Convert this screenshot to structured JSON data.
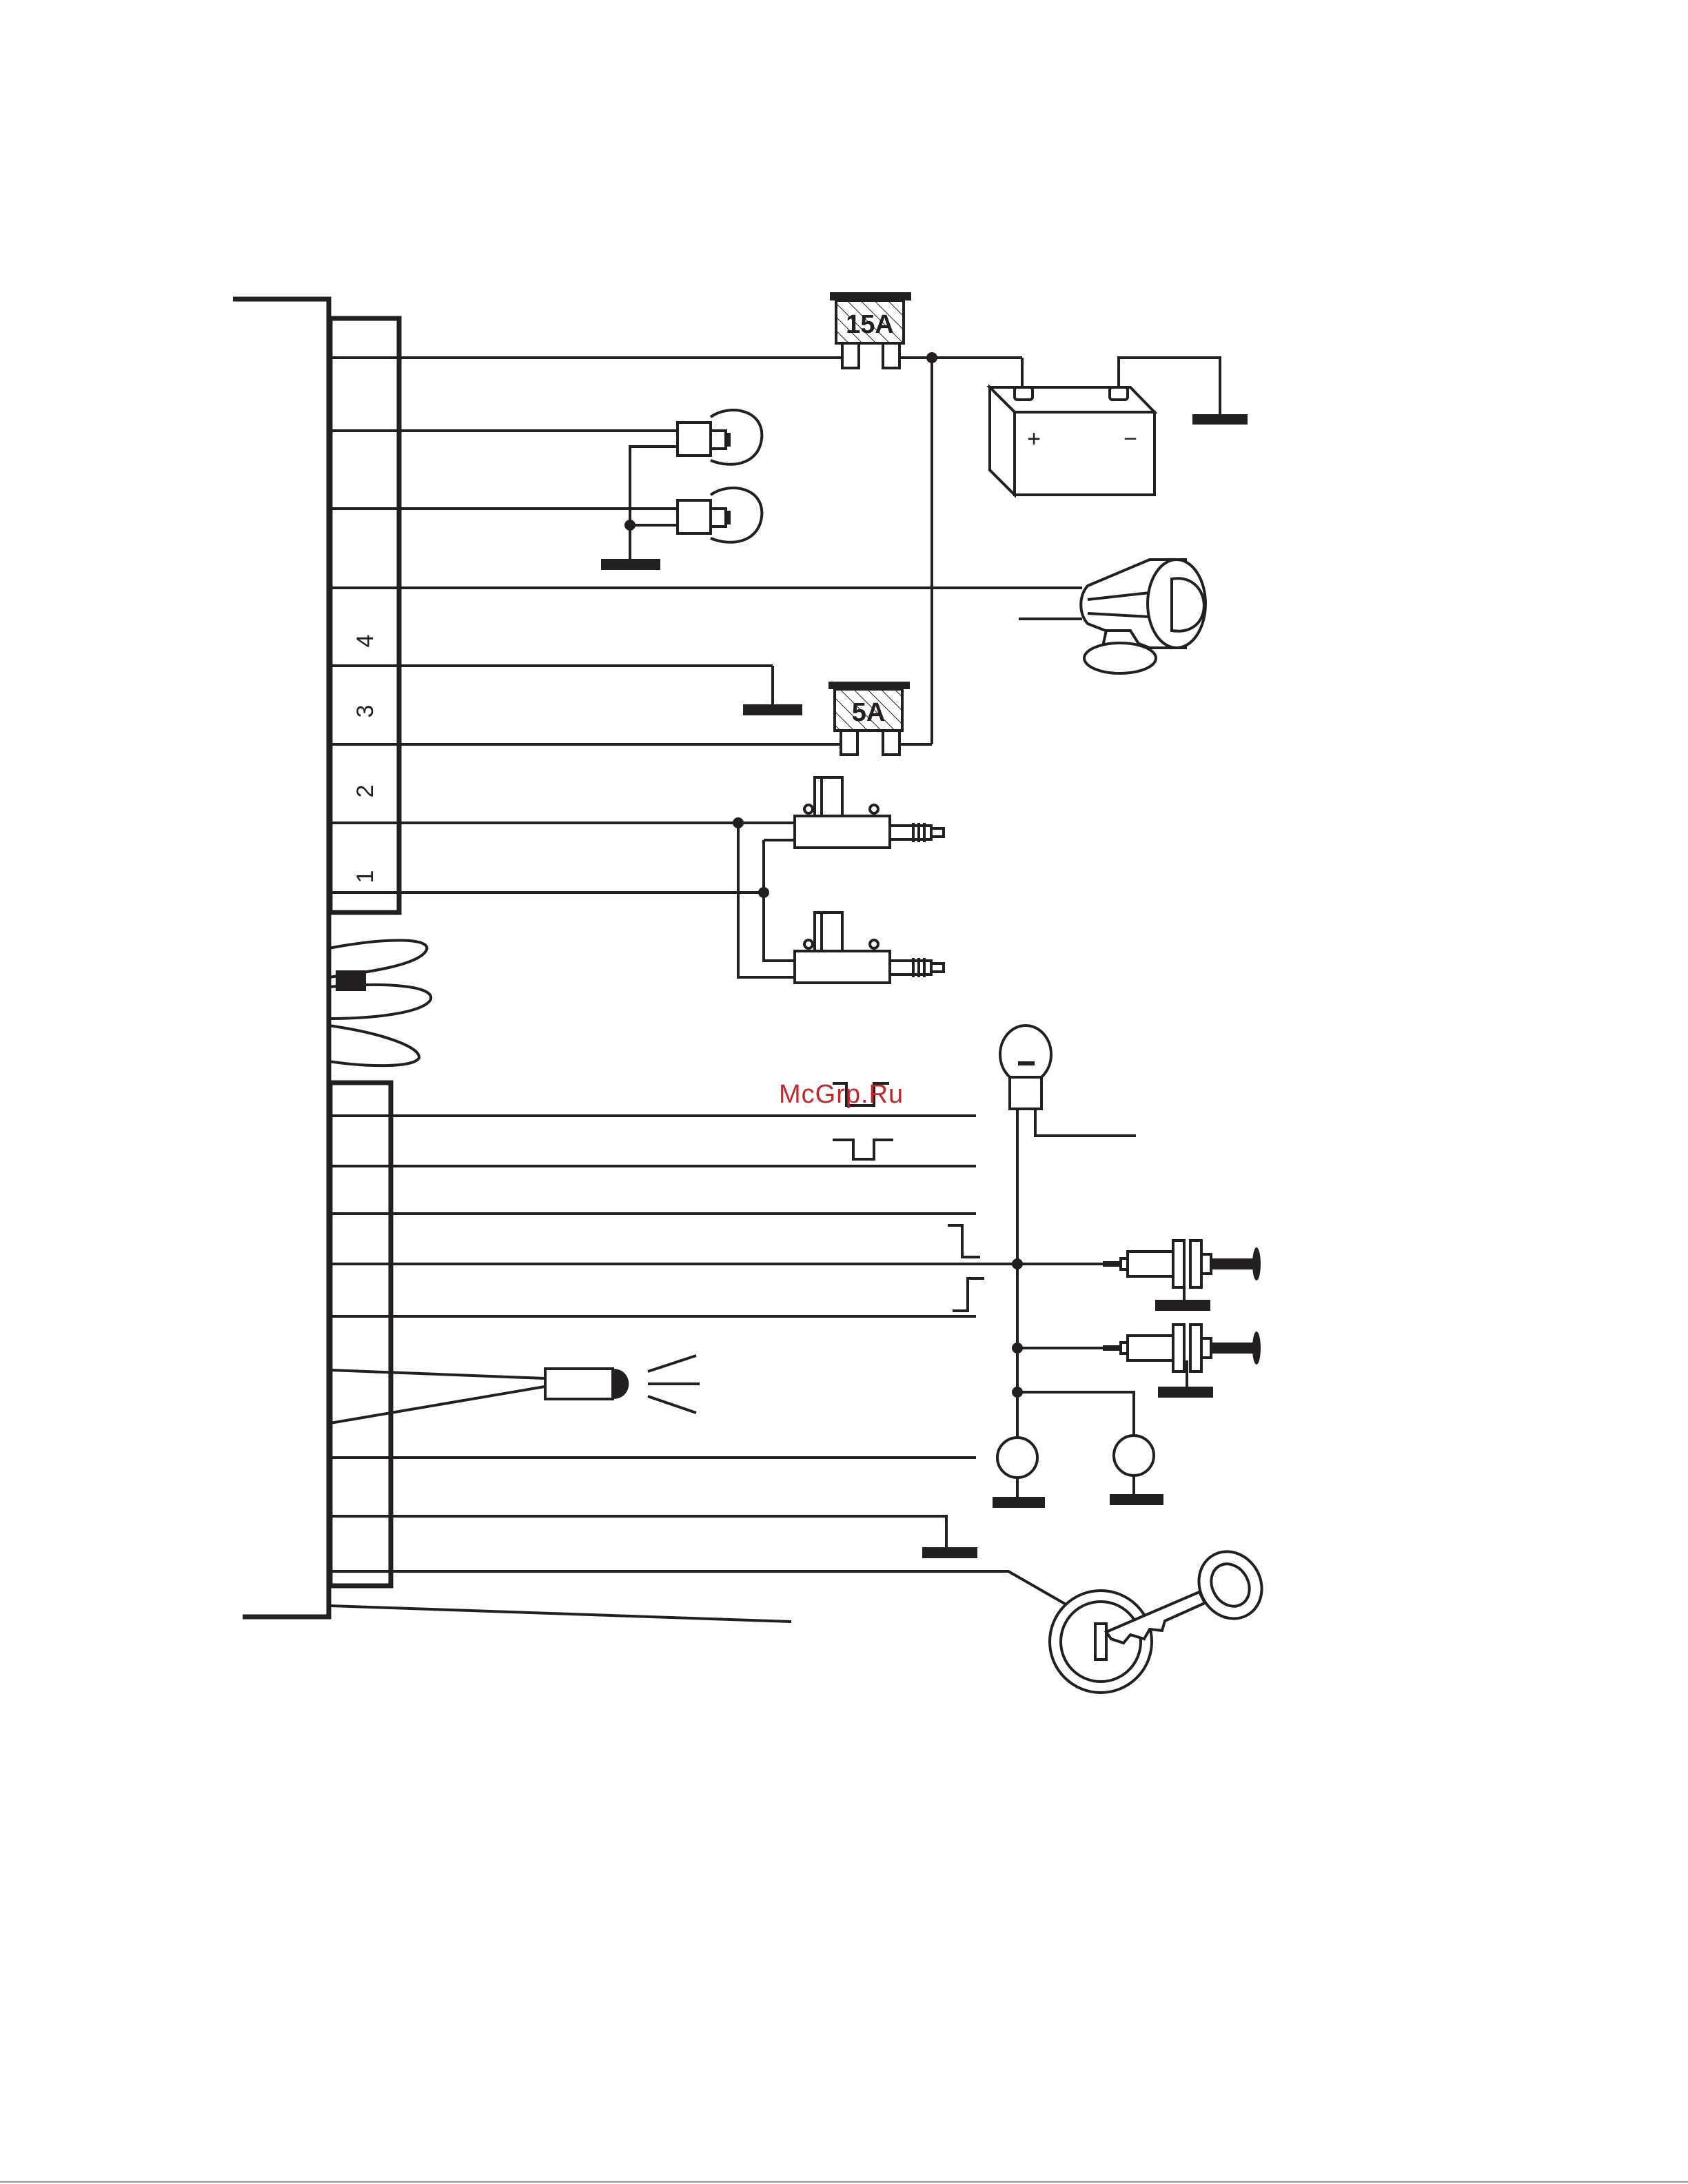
{
  "fuses": {
    "main": {
      "label": "15A"
    },
    "aux": {
      "label": "5A"
    }
  },
  "battery": {
    "plus": "+",
    "minus": "−"
  },
  "connector": {
    "pins": [
      "4",
      "3",
      "2",
      "1"
    ]
  },
  "watermark": "McGrp.Ru",
  "colors": {
    "wire": "#231f20",
    "watermark": "#c1272d",
    "background": "#ffffff"
  },
  "icons": [
    "fuse-icon",
    "battery-icon",
    "lamp-icon",
    "siren-icon",
    "door-lock-actuator-icon",
    "led-icon",
    "door-switch-icon",
    "hood-switch-icon",
    "ignition-key-icon",
    "ground-icon",
    "antenna-icon"
  ]
}
